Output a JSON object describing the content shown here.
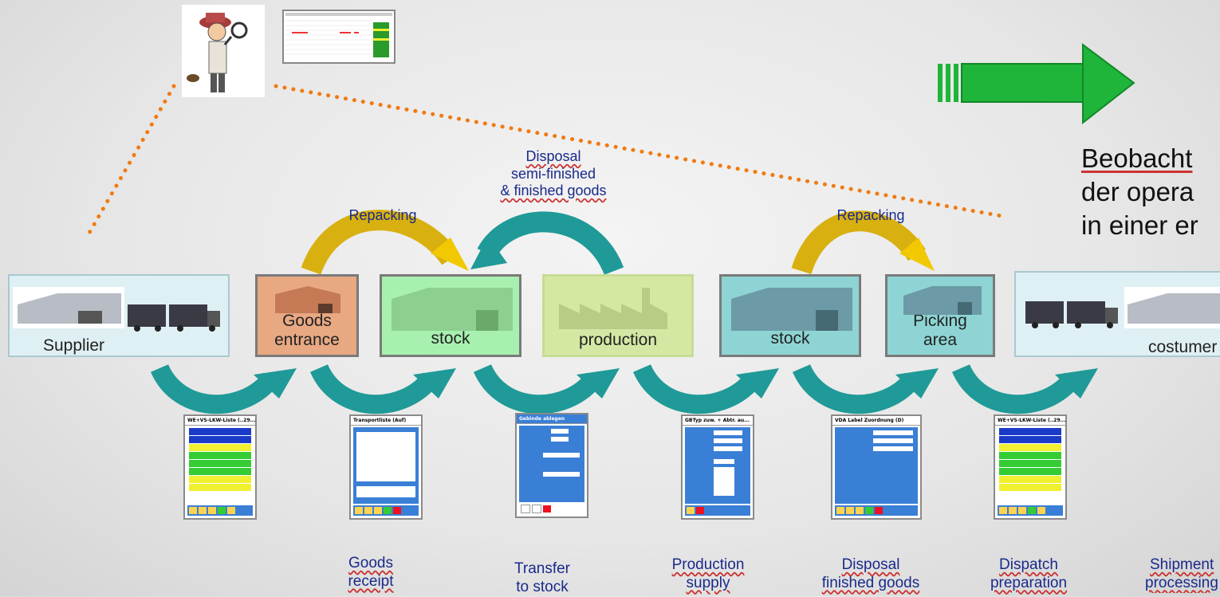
{
  "top_labels": {
    "disposal_semi": [
      "Disposal",
      "semi-finished",
      "& finished goods"
    ],
    "repacking_left": "Repacking",
    "repacking_right": "Repacking"
  },
  "stages": {
    "supplier": "Supplier",
    "goods_entrance": [
      "Goods",
      "entrance"
    ],
    "stock1": "stock",
    "production": "production",
    "stock2": "stock",
    "picking": [
      "Picking",
      "area"
    ],
    "customer": "costumer"
  },
  "devices": [
    "WE+VS-LKW-Liste (..29...",
    "Transportliste (Auf)",
    "Gebinde ablegen",
    "GBTyp zuw. + Abtr. au...",
    "VDA Label Zuordnung (D)",
    "WE+VS-LKW-Liste (..29..."
  ],
  "bottom_labels": {
    "goods_receipt": [
      "Goods",
      "receipt"
    ],
    "transfer": [
      "Transfer",
      "to stock"
    ],
    "production_supply": [
      "Production",
      "supply"
    ],
    "disposal_finished": [
      "Disposal",
      "finished goods"
    ],
    "dispatch": [
      "Dispatch",
      "preparation"
    ],
    "shipment": [
      "Shipment",
      "processing"
    ]
  },
  "side_text": [
    "Beobacht",
    "der opera",
    "in einer er"
  ],
  "colors": {
    "goods_entrance": "#e8a882",
    "stock1": "#a8f0b0",
    "production": "#d4e8a4",
    "stock2": "#8ed4d4",
    "picking": "#8ed4d4",
    "supplier": "#dff0f4",
    "teal_arrow": "#1f9a98",
    "gold_arrow": "#d8b010",
    "green_arrow": "#1fb43a"
  }
}
